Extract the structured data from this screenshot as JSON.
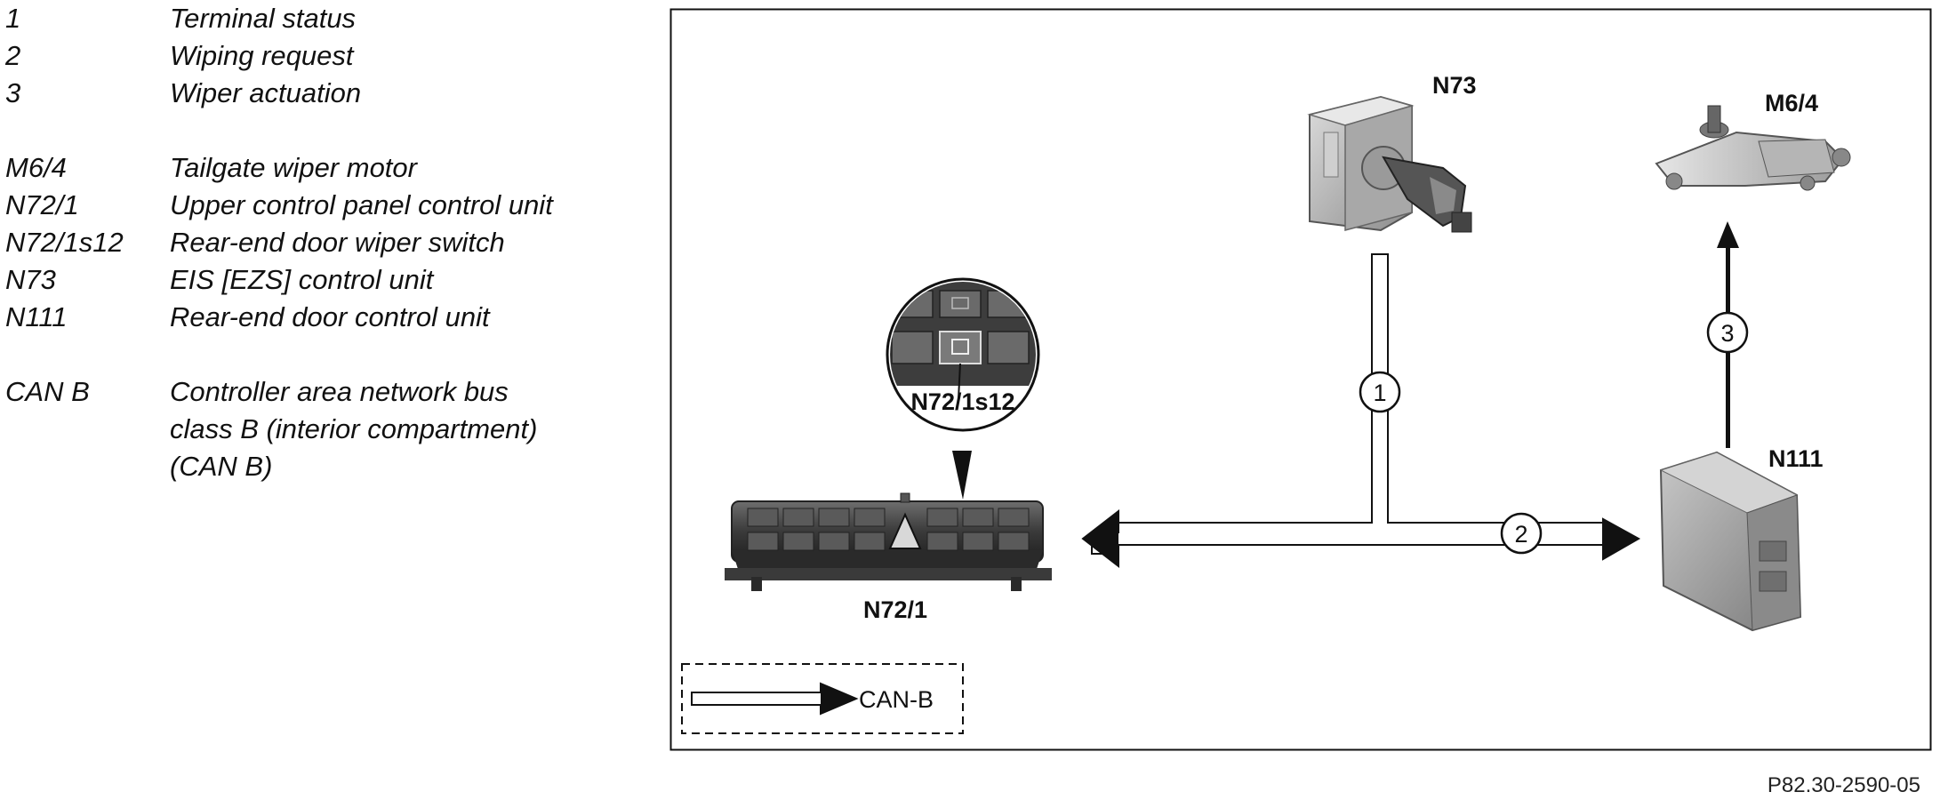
{
  "legend": [
    {
      "key": "1",
      "text": "Terminal status"
    },
    {
      "key": "2",
      "text": "Wiping request"
    },
    {
      "key": "3",
      "text": "Wiper actuation"
    },
    {
      "key": "M6/4",
      "text": "Tailgate wiper motor"
    },
    {
      "key": "N72/1",
      "text": "Upper control panel control unit"
    },
    {
      "key": "N72/1s12",
      "text": "Rear-end door wiper switch"
    },
    {
      "key": "N73",
      "text": "EIS [EZS] control unit"
    },
    {
      "key": "N111",
      "text": "Rear-end door control unit"
    },
    {
      "key": "CAN B",
      "text": "Controller area network bus"
    },
    {
      "key": "",
      "text": "class B (interior compartment)"
    },
    {
      "key": "",
      "text": "(CAN B)"
    }
  ],
  "diagram": {
    "components": {
      "n73": "N73",
      "m64": "M6/4",
      "n111": "N111",
      "n721": "N72/1",
      "n721s12": "N72/1s12"
    },
    "signals": {
      "s1": "1",
      "s2": "2",
      "s3": "3"
    },
    "key_label": "CAN-B"
  },
  "figure_id": "P82.30-2590-05"
}
